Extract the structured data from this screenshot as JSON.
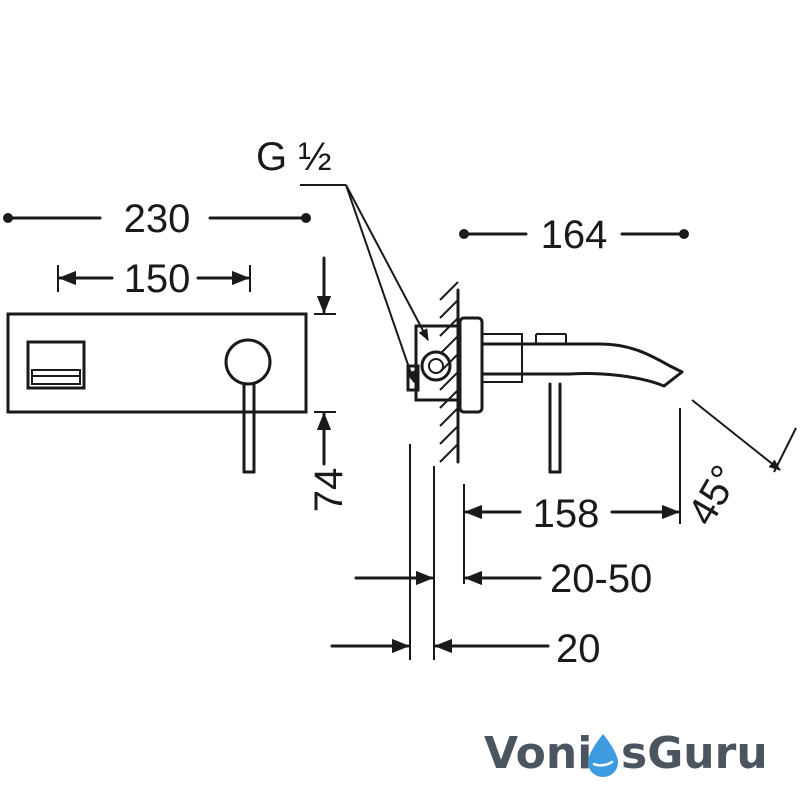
{
  "drawing": {
    "dims": {
      "total_width": "230",
      "plate_width": "150",
      "height": "74",
      "thread": "G ½",
      "projection": "164",
      "spout_length": "158",
      "angle": "45°",
      "wall_range": "20-50",
      "wall_min": "20"
    }
  },
  "logo": {
    "part1": "Voni",
    "part2": "sGuru",
    "color_text": "#4a5560",
    "color_drop": "#3d9be0"
  }
}
